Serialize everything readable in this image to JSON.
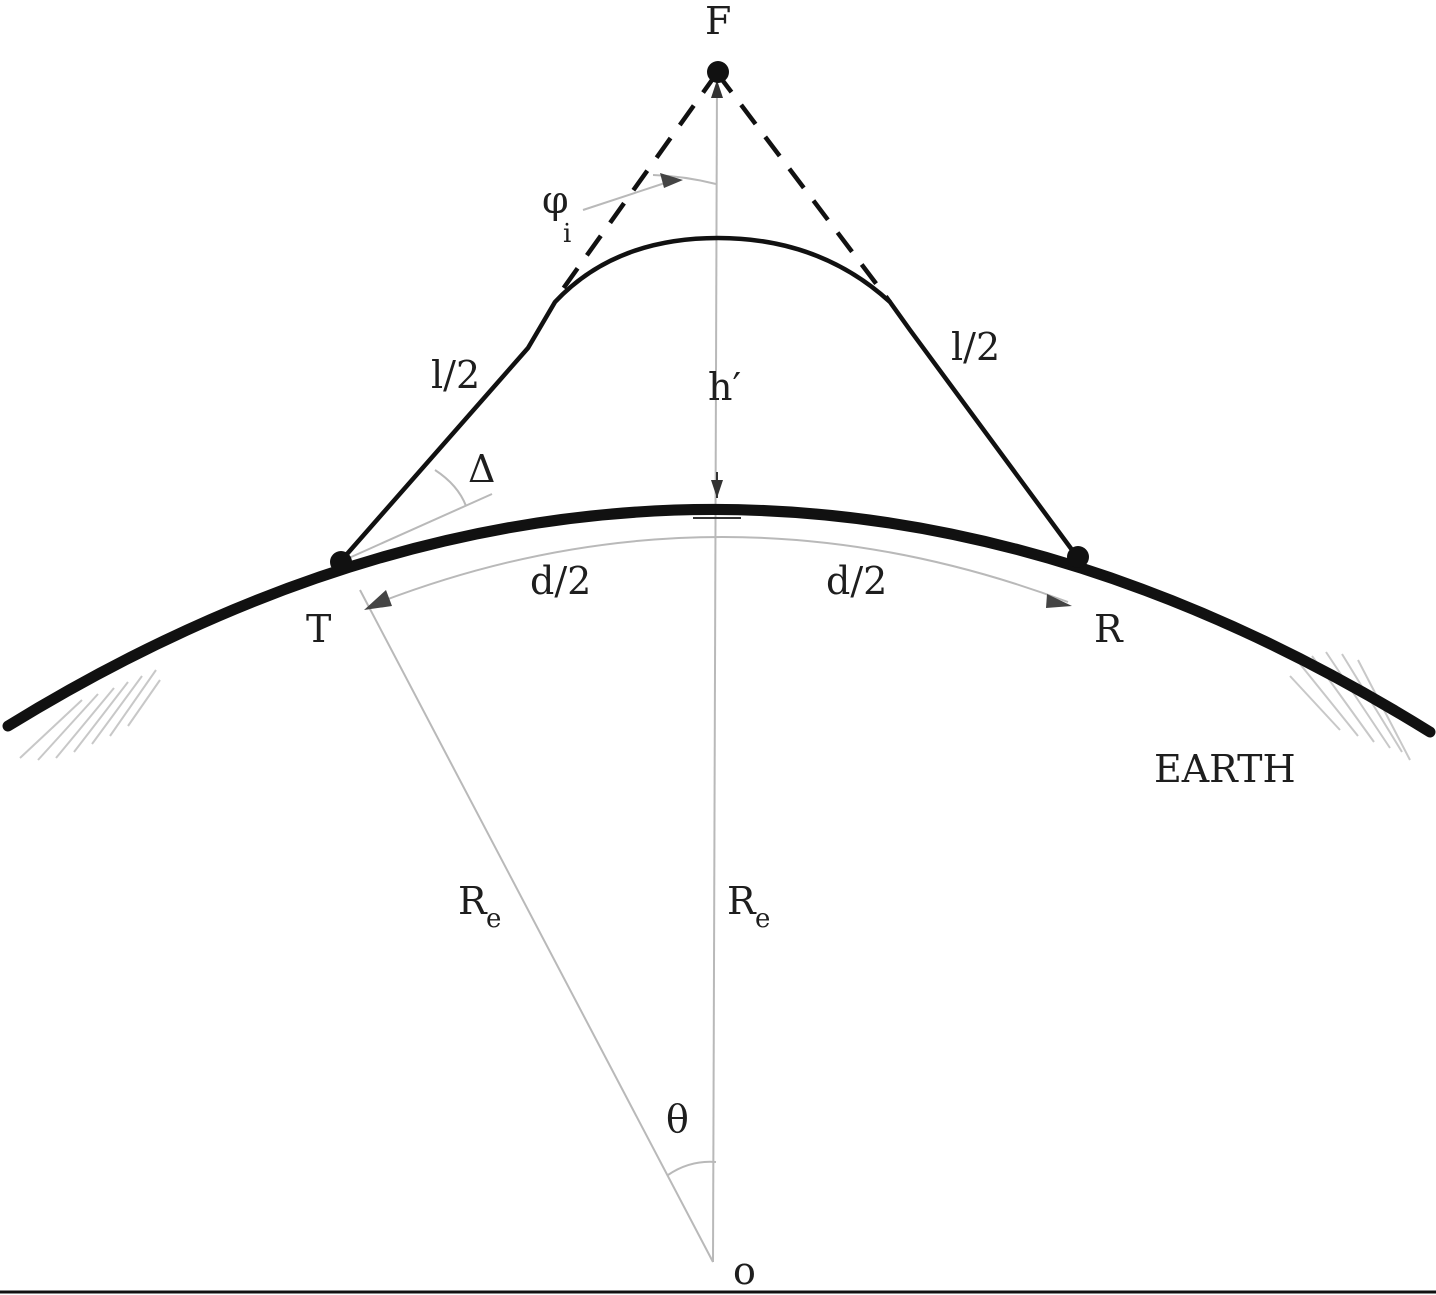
{
  "labels": {
    "focus": "F",
    "transmitter": "T",
    "receiver": "R",
    "origin": "o",
    "earth": "EARTH",
    "phi": "φ",
    "phi_sub": "i",
    "half_length_left": "l/2",
    "half_length_right": "l/2",
    "height": "h′",
    "delta": "Δ",
    "half_distance_left": "d/2",
    "half_distance_right": "d/2",
    "radius_left": "R",
    "radius_left_sub": "e",
    "radius_right": "R",
    "radius_right_sub": "e",
    "theta": "θ"
  },
  "colors": {
    "ink": "#111111",
    "guide": "#b9b9b9",
    "background": "#ffffff"
  }
}
